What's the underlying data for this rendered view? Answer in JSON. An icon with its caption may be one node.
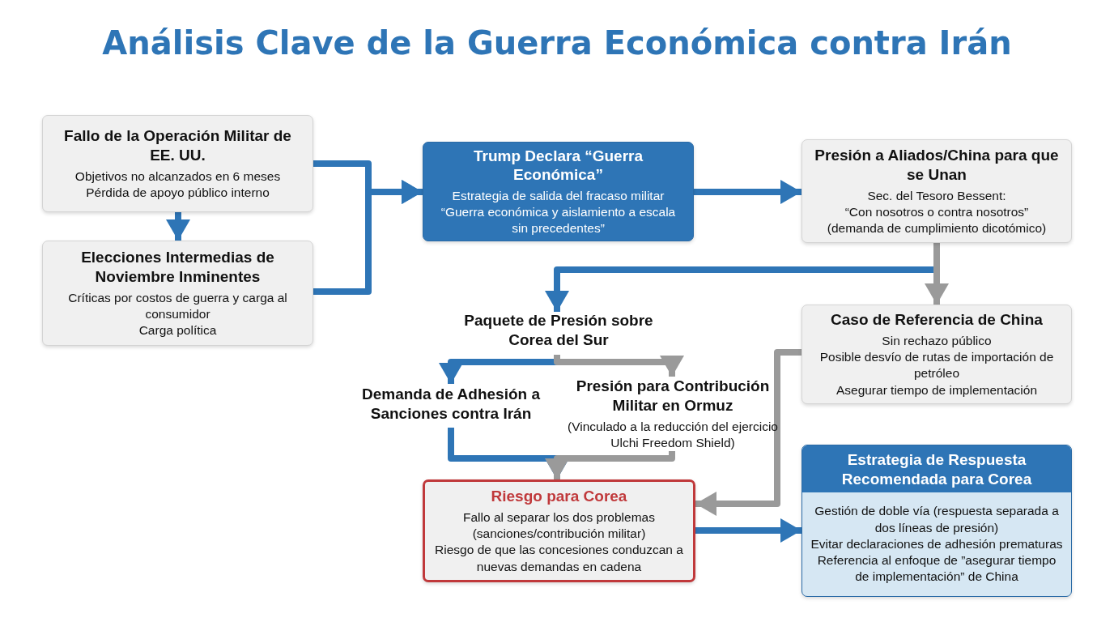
{
  "diagram": {
    "title": "Análisis Clave de la Guerra Económica contra Irán",
    "nodes": [
      {
        "text": [
          "Fallo de la Operación Militar de EE. UU.",
          "Objetivos no alcanzados en 6 meses",
          "Pérdida de apoyo público interno"
        ]
      },
      {
        "text": [
          "Elecciones Intermedias de Noviembre Inminentes",
          "Críticas por costos de guerra y carga al consumidor",
          "Carga política"
        ]
      },
      {
        "text": [
          "Trump Declara “Guerra Económica”",
          "Estrategia de salida del fracaso militar",
          "“Guerra económica y aislamiento a escala sin precedentes”"
        ]
      },
      {
        "text": [
          "Presión a Aliados/China para que se Unan",
          "Sec. del Tesoro Bessent:",
          "“Con nosotros o contra nosotros”",
          "(demanda de cumplimiento dicotómico)"
        ]
      },
      {
        "text": [
          "Paquete de Presión sobre Corea del Sur"
        ]
      },
      {
        "text": [
          "Caso de Referencia de China",
          "Sin rechazo público",
          "Posible desvío de rutas de importación de petróleo",
          "Asegurar tiempo de implementación"
        ]
      },
      {
        "text": [
          "Demanda de Adhesión a Sanciones contra Irán"
        ]
      },
      {
        "text": [
          "Presión para Contribución Militar en Ormuz",
          "(Vinculado a la reducción del ejercicio Ulchi Freedom Shield)"
        ]
      },
      {
        "text": [
          "Riesgo para Corea",
          "Fallo al separar los dos problemas (sanciones/contribución militar)",
          "Riesgo de que las concesiones conduzcan a nuevas demandas en cadena"
        ]
      },
      {
        "text": [
          "Estrategia de Respuesta Recomendada para Corea",
          "Gestión de doble vía (respuesta separada a dos líneas de presión)",
          "Evitar declaraciones de adhesión prematuras",
          "Referencia al enfoque de ”asegurar tiempo de implementación” de China"
        ]
      }
    ],
    "edges": [
      {
        "from": 0,
        "to": 1,
        "arrow": "to"
      },
      {
        "from": 0,
        "to": 2,
        "arrow": "to"
      },
      {
        "from": 1,
        "to": 2,
        "arrow": "to"
      },
      {
        "from": 2,
        "to": 3,
        "arrow": "to"
      },
      {
        "from": 3,
        "to": 4,
        "arrow": "to"
      },
      {
        "from": 3,
        "to": 5,
        "arrow": "to",
        "color": "#9a9a9a"
      },
      {
        "from": 4,
        "to": 6,
        "arrow": "to"
      },
      {
        "from": 4,
        "to": 7,
        "arrow": "to",
        "color": "#9a9a9a"
      },
      {
        "from": 6,
        "to": 8,
        "arrow": "to"
      },
      {
        "from": 7,
        "to": 8,
        "arrow": "to",
        "color": "#9a9a9a"
      },
      {
        "from": 5,
        "to": 8,
        "arrow": "to",
        "color": "#9a9a9a"
      },
      {
        "from": 8,
        "to": 9,
        "arrow": "to"
      }
    ]
  }
}
